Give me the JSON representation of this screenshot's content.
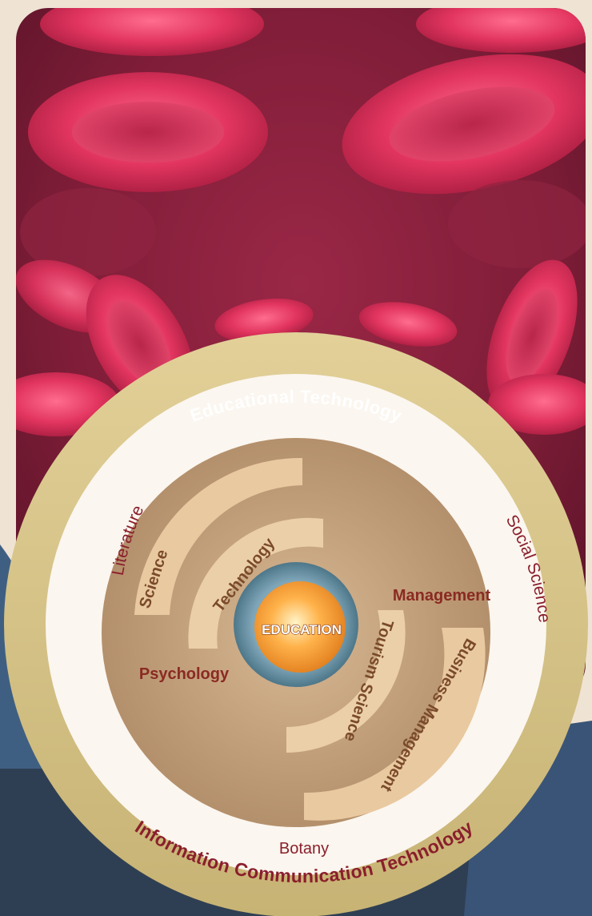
{
  "outer_ring": {
    "top": "Educational Technology",
    "bottom": "Information Communication Technology"
  },
  "inner_ring": {
    "left": "Literature",
    "right": "Social Science",
    "bottom": "Botany"
  },
  "core": {
    "bands_left": [
      "Science",
      "Technology"
    ],
    "label_left": "Psychology",
    "label_right": "Management",
    "bands_right": [
      "Tourism Science",
      "Business Management"
    ],
    "center": "EDUCATION"
  }
}
